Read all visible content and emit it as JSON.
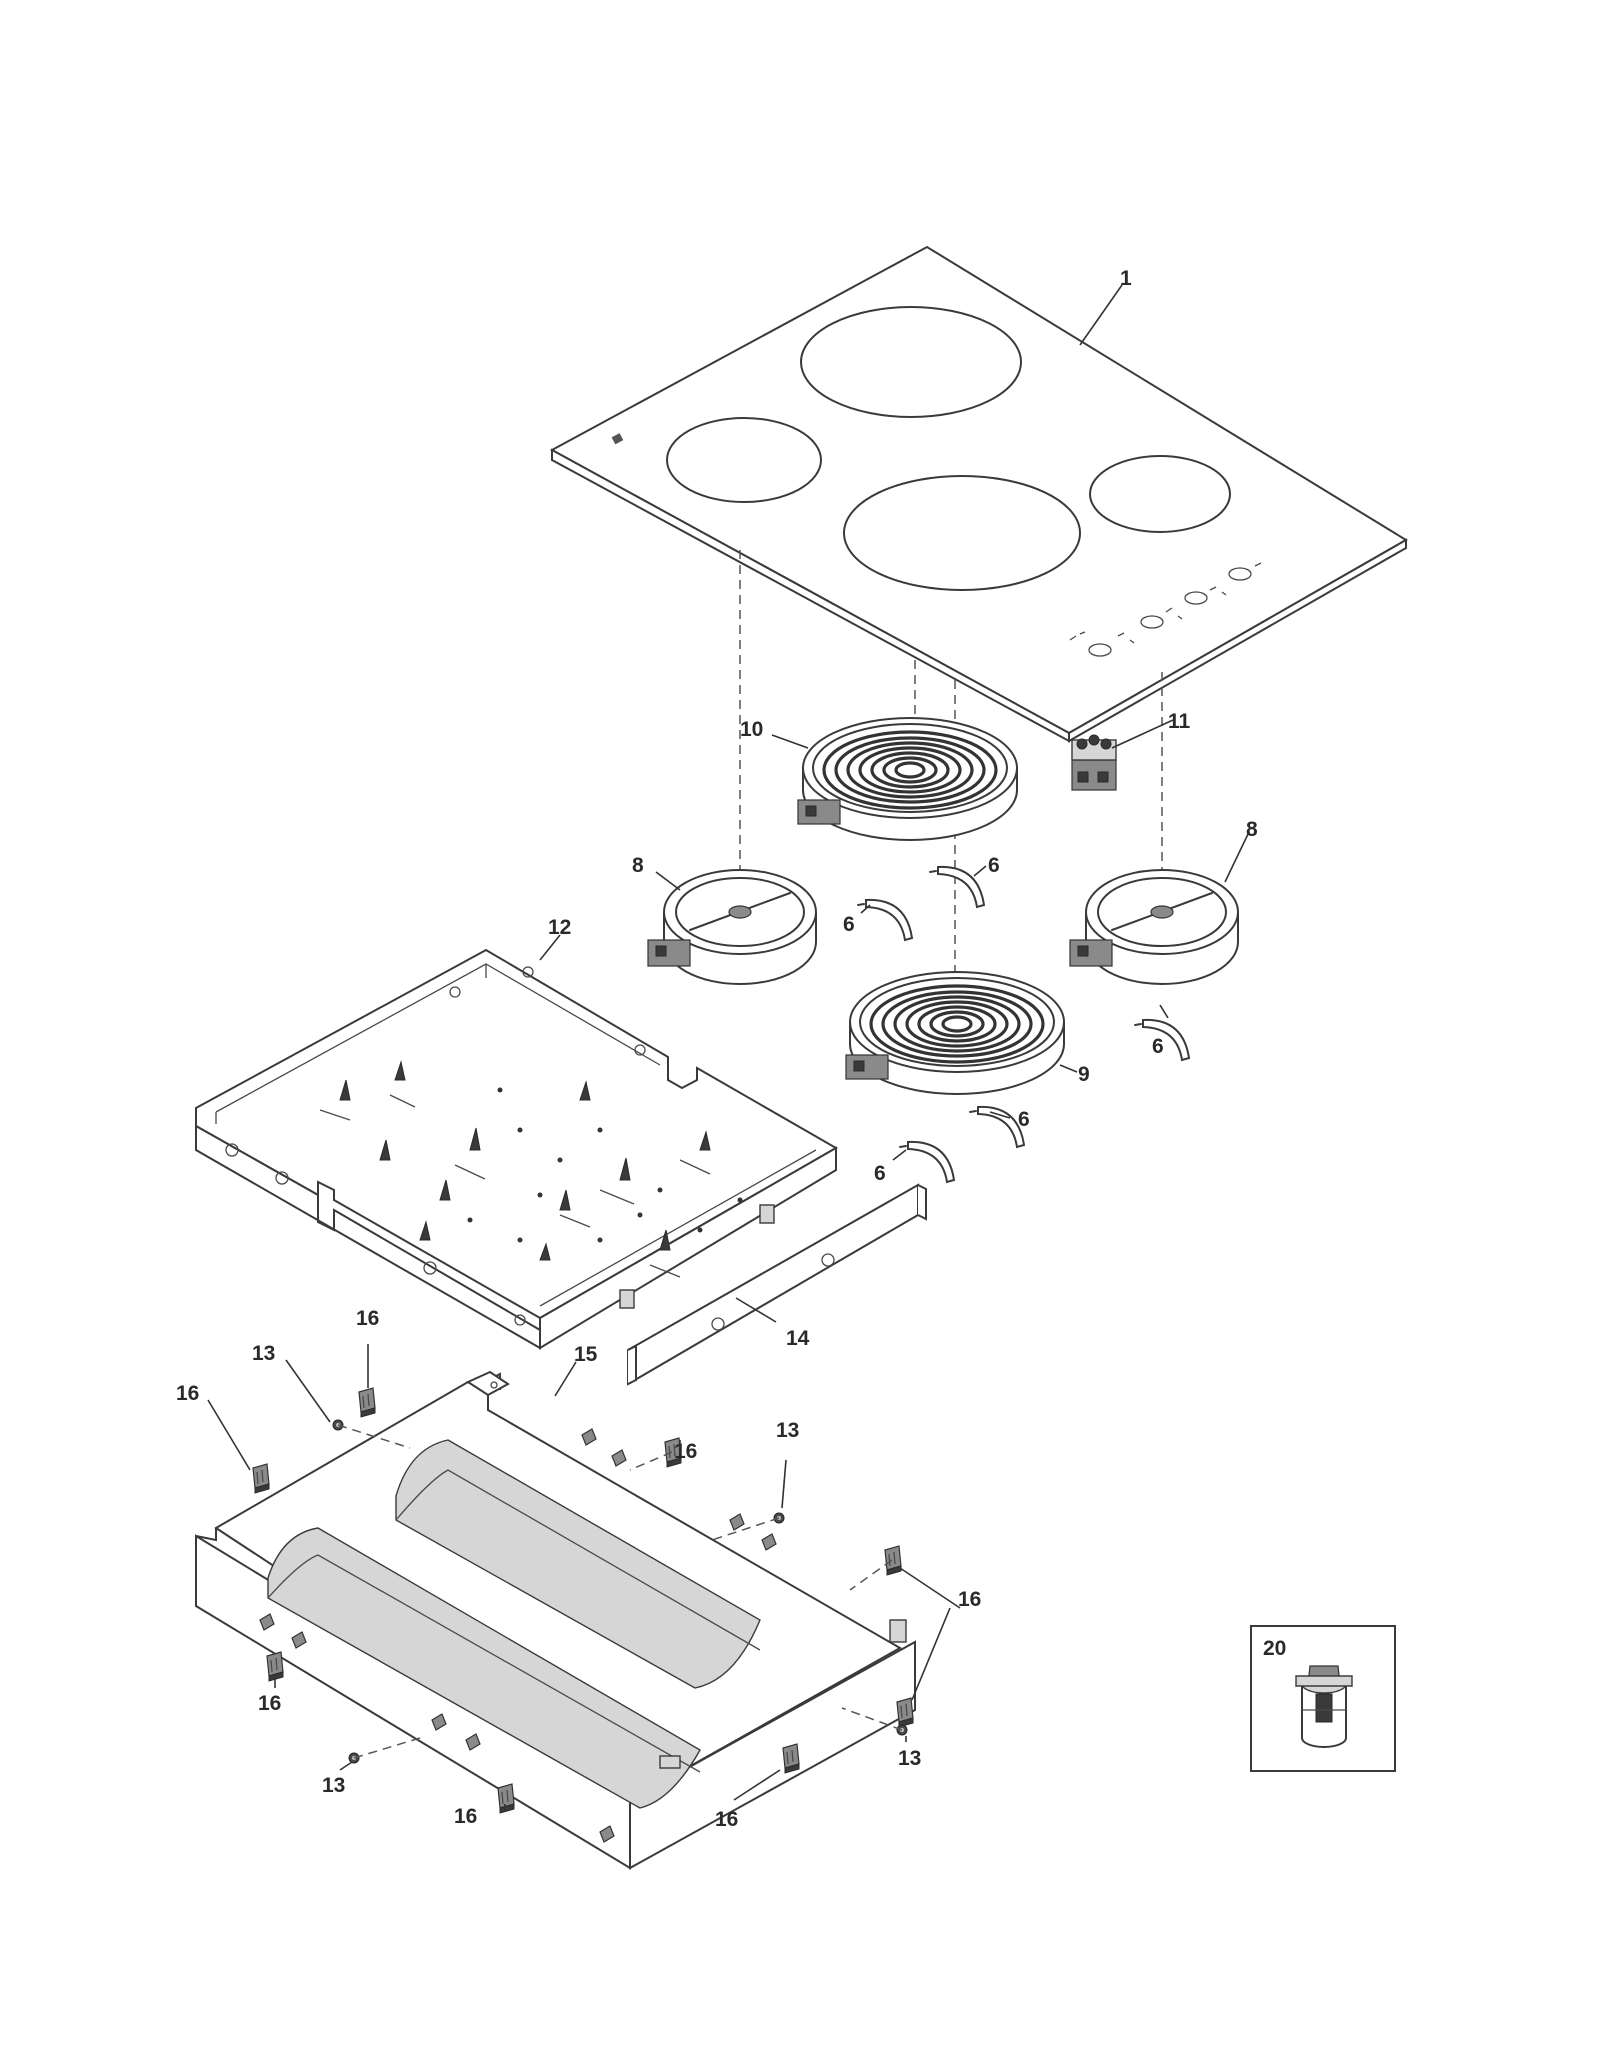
{
  "callouts": {
    "c1": "1",
    "c6a": "6",
    "c6b": "6",
    "c6c": "6",
    "c6d": "6",
    "c6e": "6",
    "c8a": "8",
    "c8b": "8",
    "c9": "9",
    "c10": "10",
    "c11": "11",
    "c12": "12",
    "c13a": "13",
    "c13b": "13",
    "c13c": "13",
    "c13d": "13",
    "c14": "14",
    "c15": "15",
    "c16a": "16",
    "c16b": "16",
    "c16c": "16",
    "c16d": "16",
    "c16e": "16",
    "c16f": "16",
    "c16g": "16",
    "c20": "20"
  },
  "parts": [
    {
      "ref": "1",
      "icon": "cooktop-glass-top-icon"
    },
    {
      "ref": "6",
      "icon": "element-clip-icon"
    },
    {
      "ref": "8",
      "icon": "small-radiant-element-icon"
    },
    {
      "ref": "9",
      "icon": "large-radiant-element-icon"
    },
    {
      "ref": "10",
      "icon": "large-radiant-element-icon"
    },
    {
      "ref": "11",
      "icon": "terminal-block-icon"
    },
    {
      "ref": "12",
      "icon": "element-support-pan-icon"
    },
    {
      "ref": "13",
      "icon": "screw-icon"
    },
    {
      "ref": "14",
      "icon": "front-trim-channel-icon"
    },
    {
      "ref": "15",
      "icon": "burner-box-icon"
    },
    {
      "ref": "16",
      "icon": "mounting-bracket-icon"
    },
    {
      "ref": "20",
      "icon": "knob-insert-icon"
    }
  ]
}
